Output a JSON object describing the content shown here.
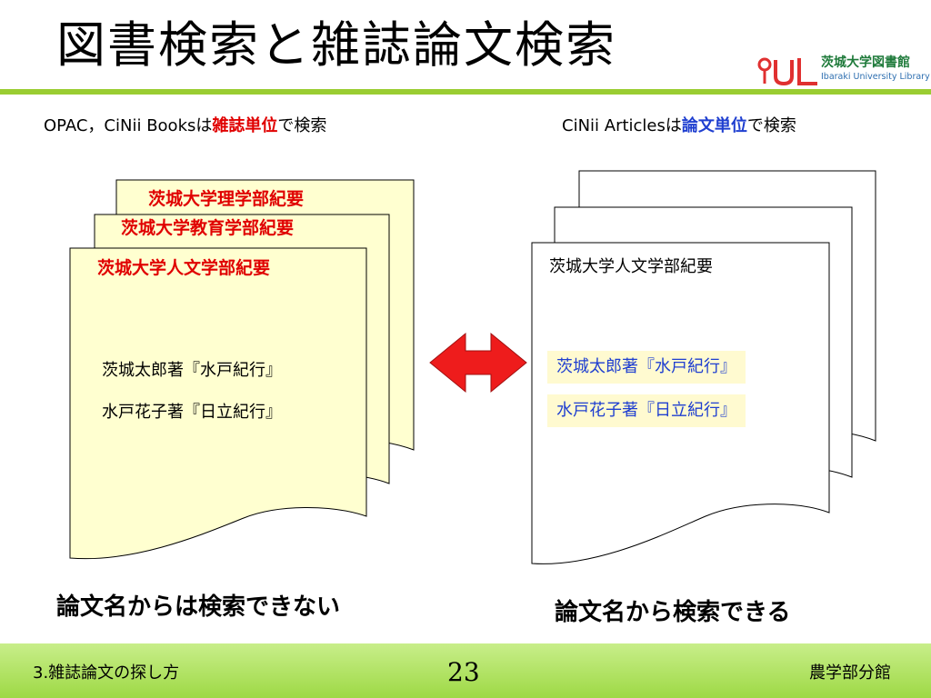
{
  "slide": {
    "title": "図書検索と雑誌論文検索",
    "logo": {
      "jp": "茨城大学図書館",
      "en": "Ibaraki University Library"
    },
    "left": {
      "subtitle_pre": "OPAC，CiNii Booksは",
      "subtitle_hl": "雑誌単位",
      "subtitle_post": "で検索",
      "doc_labels": [
        "茨城大学理学部紀要",
        "茨城大学教育学部紀要",
        "茨城大学人文学部紀要"
      ],
      "entries": [
        "茨城太郎著『水戸紀行』",
        "水戸花子著『日立紀行』"
      ],
      "conclusion": "論文名からは検索できない"
    },
    "right": {
      "subtitle_pre": "CiNii Articlesは",
      "subtitle_hl": "論文単位",
      "subtitle_post": "で検索",
      "doc_label": "茨城大学人文学部紀要",
      "entries": [
        "茨城太郎著『水戸紀行』",
        "水戸花子著『日立紀行』"
      ],
      "conclusion": "論文名から検索できる"
    },
    "footer": {
      "section": "3.雑誌論文の探し方",
      "page": "23",
      "branch": "農学部分館"
    },
    "colors": {
      "accent_green": "#9acd32",
      "red": "#e00000",
      "blue": "#1f3fd0",
      "note_yellow": "#ffffd0"
    }
  }
}
